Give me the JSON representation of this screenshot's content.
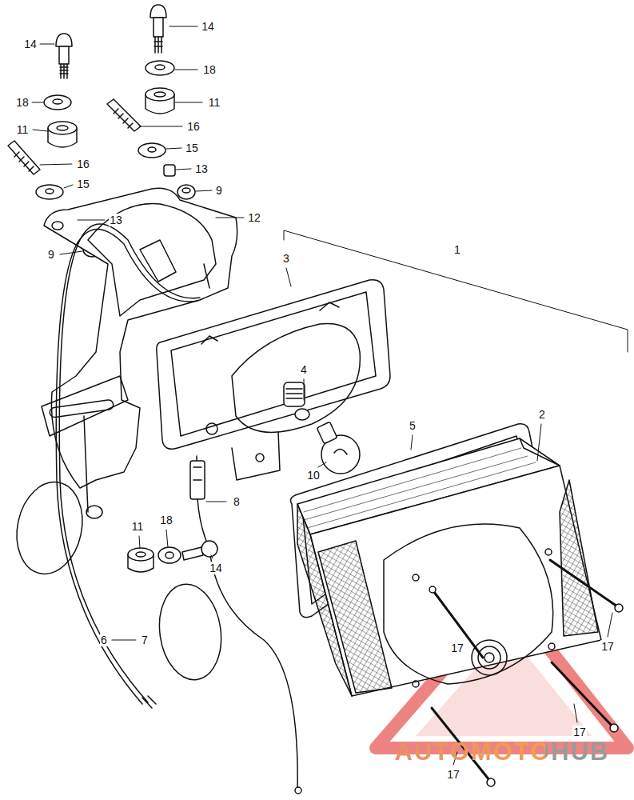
{
  "diagram": {
    "labels": [
      "14",
      "14",
      "18",
      "18",
      "11",
      "16",
      "11",
      "16",
      "15",
      "15",
      "13",
      "13",
      "9",
      "12",
      "1",
      "3",
      "9",
      "4",
      "5",
      "2",
      "10",
      "8",
      "11",
      "18",
      "14",
      "6",
      "7",
      "17",
      "17",
      "17",
      "17",
      "AUTOMOTOHUB"
    ]
  }
}
